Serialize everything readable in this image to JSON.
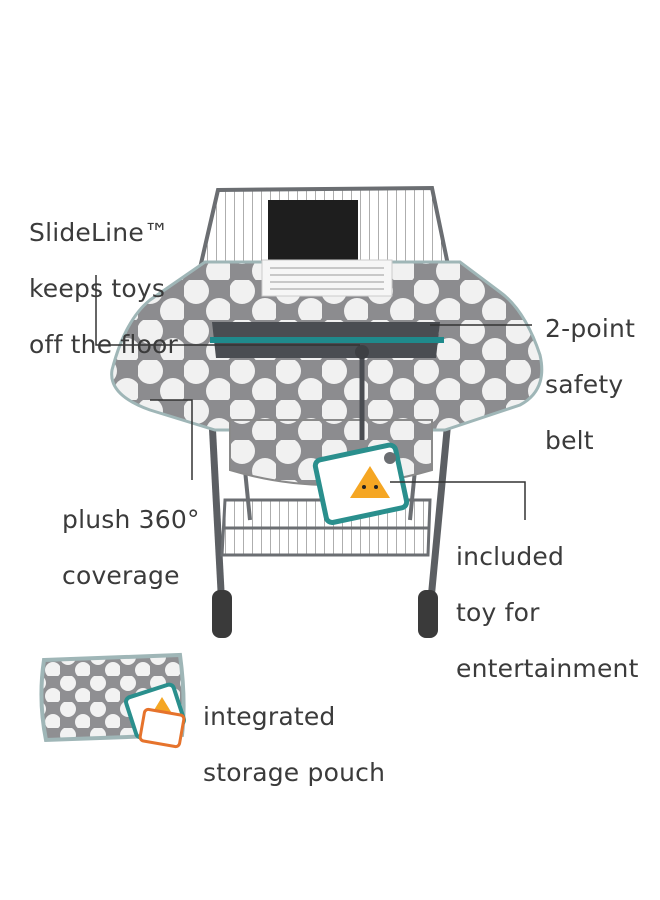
{
  "callouts": {
    "slideline": {
      "line1": "SlideLine™",
      "line2": "keeps toys",
      "line3": "off the floor"
    },
    "belt": {
      "line1": "2-point",
      "line2": "safety",
      "line3": "belt"
    },
    "plush": {
      "line1": "plush 360°",
      "line2": "coverage"
    },
    "toy": {
      "line1": "included",
      "line2": "toy for",
      "line3": "entertainment"
    },
    "pouch": {
      "line1": "integrated",
      "line2": "storage pouch"
    }
  },
  "colors": {
    "fabric": "#8c8c8f",
    "dots": "#f2f2f2",
    "trim": "#9fb6b7",
    "teal": "#1f8a8c",
    "cart": "#6b6e72",
    "text": "#3b3b3b"
  }
}
